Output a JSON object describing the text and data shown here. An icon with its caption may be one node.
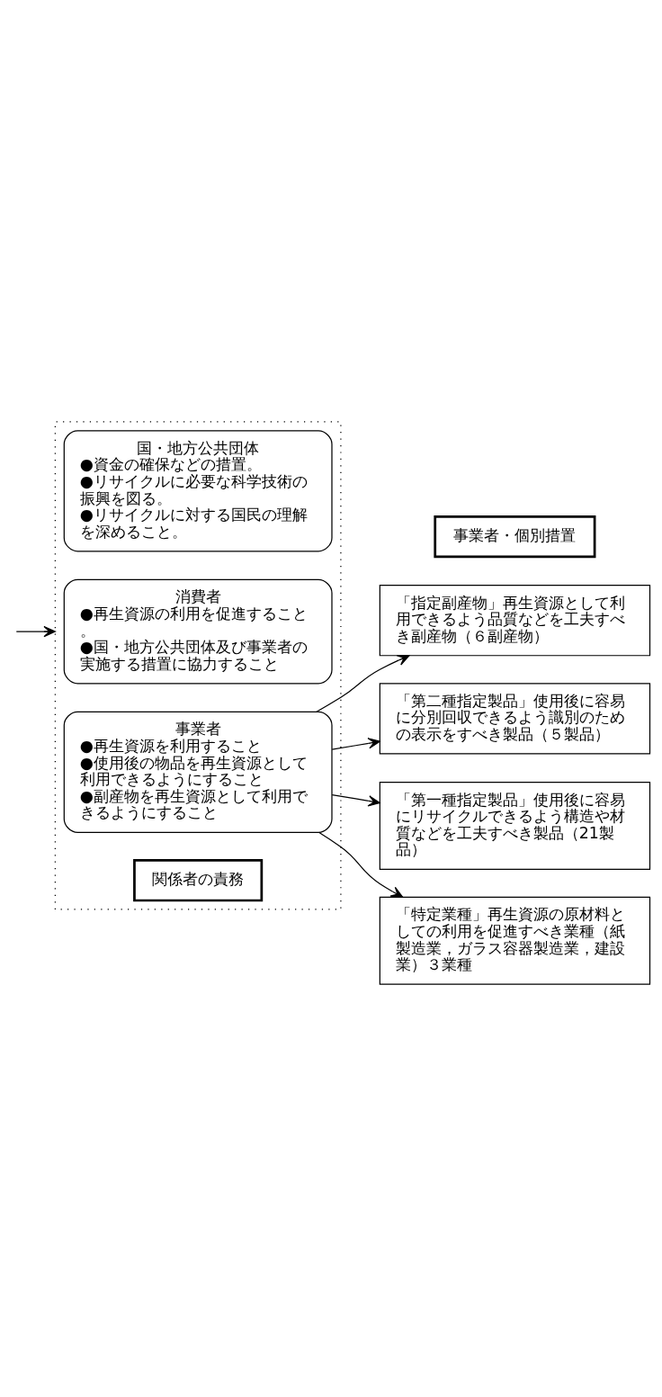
{
  "diagram": {
    "nodes": [
      {
        "text": [],
        "shape": "box"
      },
      {
        "text": [
          "関係者の責務"
        ],
        "in": 0
      },
      {
        "text": [
          "事業者",
          "●再生資源を利用すること",
          "●使用後の物品を再生資源として利用できるようにすること",
          "●副産物を再生資源として利用できるようにすること"
        ],
        "in": 0
      },
      {
        "text": [
          "消費者",
          "●再生資源の利用を促進すること。",
          "●国・地方公共団体及び事業者の実施する措置に協力すること"
        ],
        "in": 0
      },
      {
        "text": [
          "国・地方公共団体",
          "●資金の確保などの措置。",
          "●リサイクルに必要な科学技術の振興を図る。",
          "●リサイクルに対する国民の理解を深めること。"
        ],
        "in": 0
      },
      {
        "text": [
          "事業者・個別措置"
        ]
      },
      {
        "text": [
          "「特定業種」再生資源の原材料としての利用を促進すべき業種（紙製造業，ガラス容器製造業，建設業）３業種"
        ]
      },
      {
        "text": [
          "「第一種指定製品」使用後に容易にリサイクルできるよう構造や材質などを工夫すべき製品（21製品）"
        ]
      },
      {
        "text": [
          "「第二種指定製品」使用後に容易に分別回収できるよう識別のための表示をすべき製品（５製品）"
        ]
      },
      {
        "text": [
          "「指定副産物」再生資源として利用できるよう品質などを工夫すべき副産物（６副産物）"
        ]
      }
    ],
    "edges": [
      {
        "from": null,
        "to": 0,
        "arrow": "to"
      },
      {
        "from": 2,
        "to": 6,
        "arrow": "to"
      },
      {
        "from": 2,
        "to": 7,
        "arrow": "to"
      },
      {
        "from": 2,
        "to": 8,
        "arrow": "to"
      },
      {
        "from": 2,
        "to": 9,
        "arrow": "to"
      }
    ]
  }
}
